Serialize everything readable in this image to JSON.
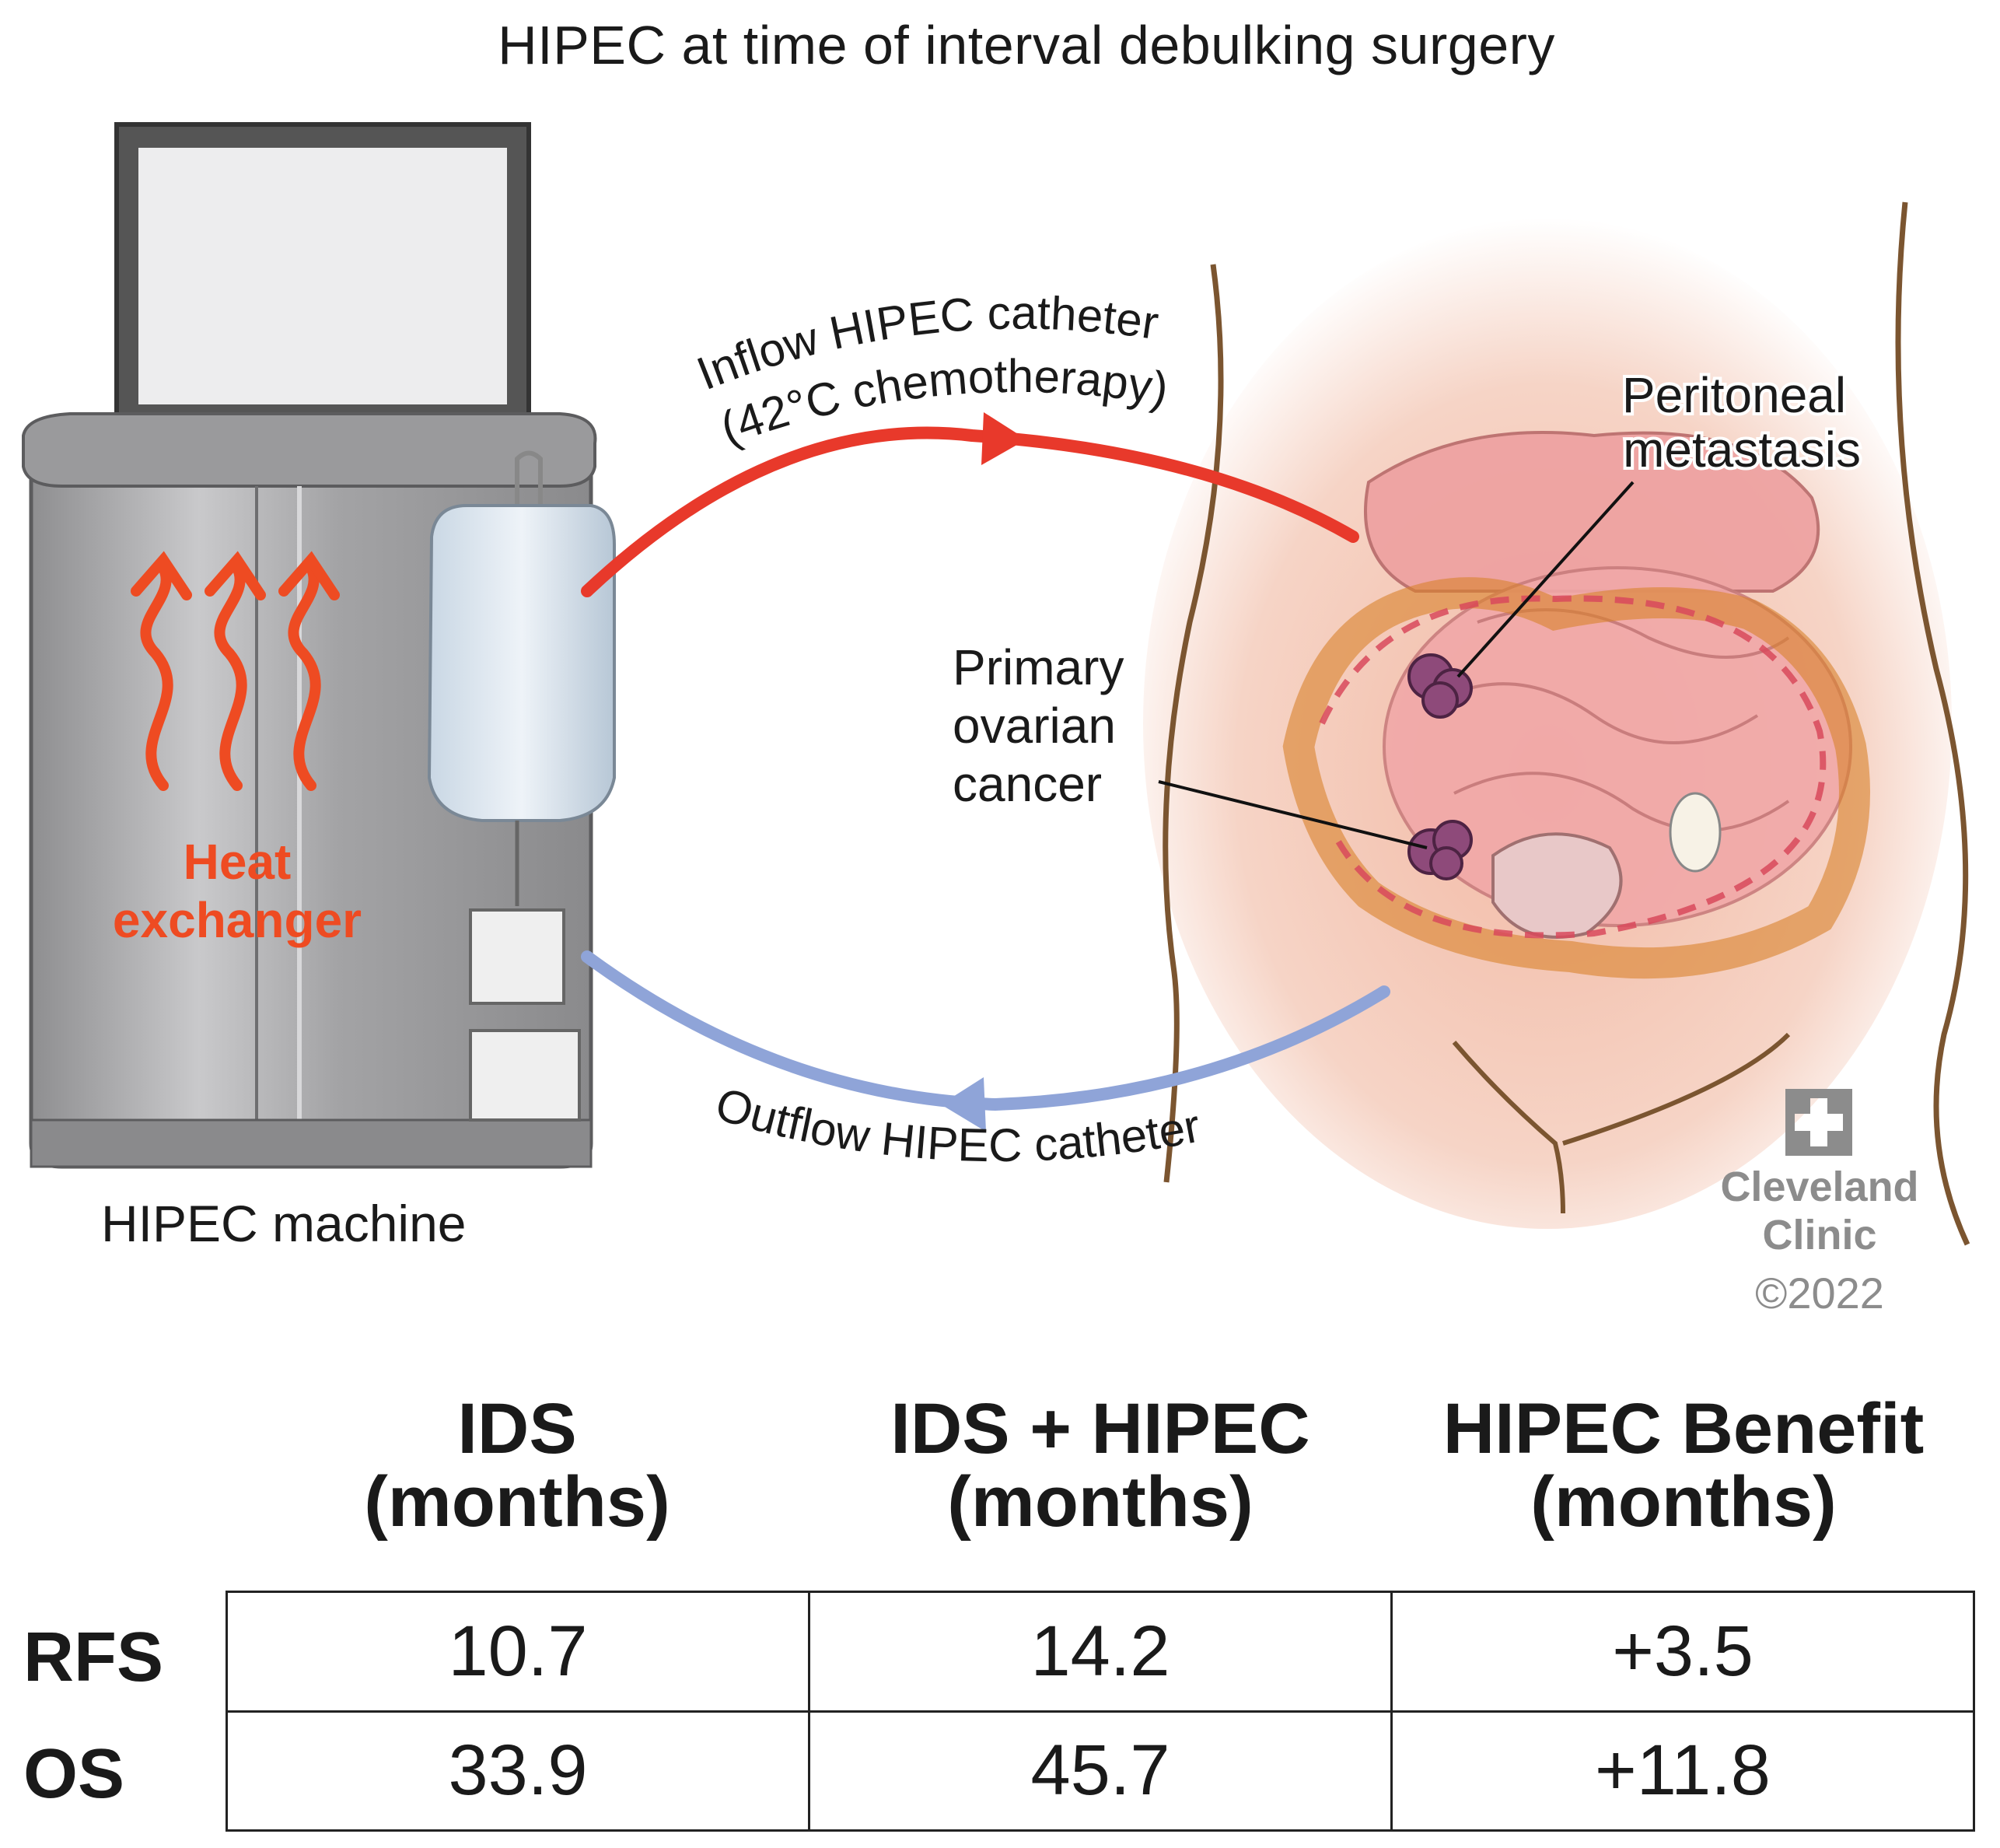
{
  "title": "HIPEC at time of interval debulking surgery",
  "labels": {
    "heat_exchanger_line1": "Heat",
    "heat_exchanger_line2": "exchanger",
    "machine": "HIPEC machine",
    "inflow_line1": "Inflow HIPEC catheter",
    "inflow_line2": "(42°C chemotherapy)",
    "outflow": "Outflow HIPEC catheter",
    "peritoneal_line1": "Peritoneal",
    "peritoneal_line2": "metastasis",
    "primary_line1": "Primary",
    "primary_line2": "ovarian",
    "primary_line3": "cancer"
  },
  "logo": {
    "line1": "Cleveland",
    "line2": "Clinic",
    "year": "©2022"
  },
  "colors": {
    "inflow": "#e8392b",
    "outflow": "#8fa4d8",
    "heat": "#ee4b22",
    "machine": "#a9a9ab"
  },
  "table": {
    "columns": [
      {
        "line1": "IDS",
        "line2": "(months)"
      },
      {
        "line1": "IDS + HIPEC",
        "line2": "(months)"
      },
      {
        "line1": "HIPEC Benefit",
        "line2": "(months)"
      }
    ],
    "rows": [
      {
        "label": "RFS",
        "values": [
          "10.7",
          "14.2",
          "+3.5"
        ]
      },
      {
        "label": "OS",
        "values": [
          "33.9",
          "45.7",
          "+11.8"
        ]
      }
    ]
  }
}
